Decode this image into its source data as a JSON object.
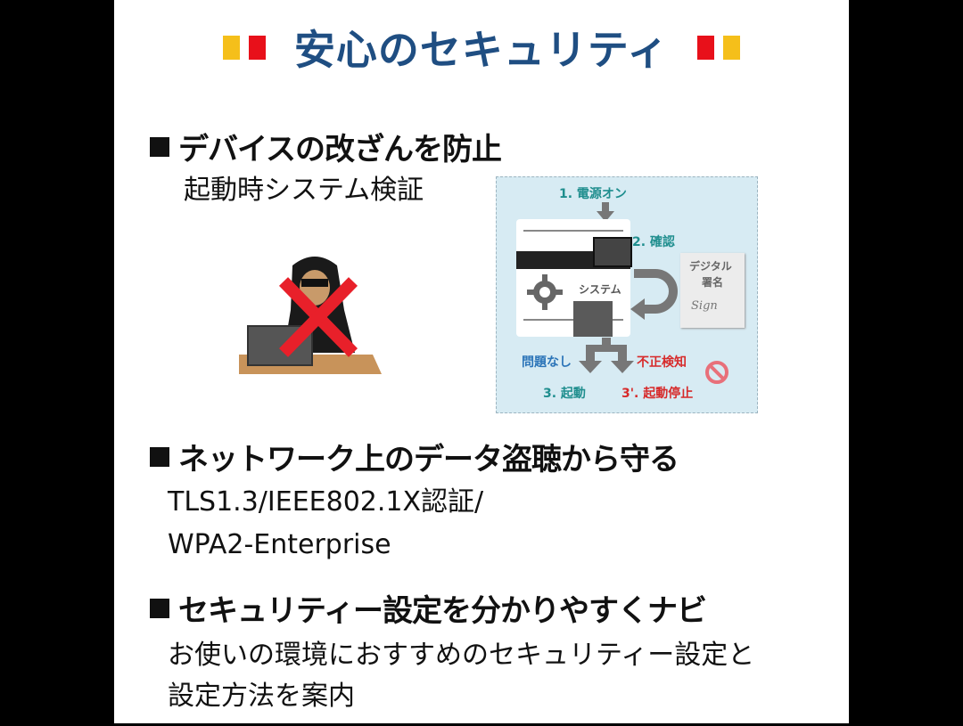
{
  "title": {
    "text": "安心のセキュリティ",
    "left_squares": [
      "#f5bf1a",
      "#e8101a"
    ],
    "right_squares": [
      "#e8101a",
      "#f5bf1a"
    ],
    "color": "#1f4e82"
  },
  "sections": [
    {
      "heading": "デバイスの改ざんを防止",
      "lines": [
        "起動時システム検証"
      ]
    },
    {
      "heading": "ネットワーク上のデータ盗聴から守る",
      "lines": [
        "TLS1.3/IEEE802.1X認証/",
        "WPA2-Enterprise"
      ]
    },
    {
      "heading": "セキュリティー設定を分かりやすくナビ",
      "lines": [
        "お使いの環境におすすめのセキュリティー設定と",
        "設定方法を案内"
      ]
    }
  ],
  "diagram": {
    "step1": "1. 電源オン",
    "step2": "2. 確認",
    "system": "システム",
    "signature_title": "デジタル",
    "signature_sub": "署名",
    "signature_scribble": "Sign",
    "ok": "問題なし",
    "ng": "不正検知",
    "step3": "3. 起動",
    "step3b": "3'. 起動停止"
  }
}
